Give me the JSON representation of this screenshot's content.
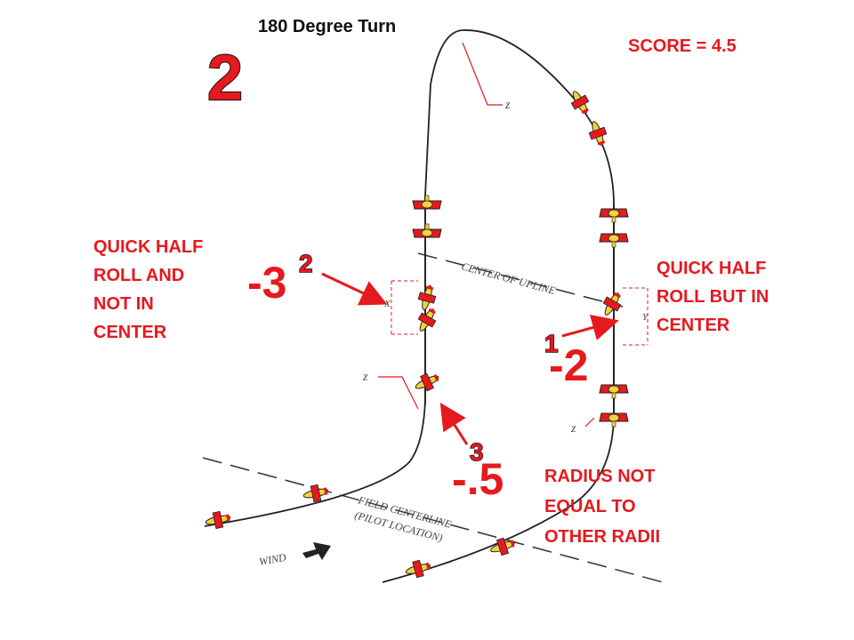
{
  "title": "180 Degree Turn",
  "maneuver_number": "2",
  "score": "SCORE = 4.5",
  "deductions": [
    {
      "id": "a",
      "value": "-3",
      "index": "2",
      "note_lines": [
        "QUICK HALF",
        "ROLL AND",
        "NOT IN",
        "CENTER"
      ]
    },
    {
      "id": "b",
      "value": "-2",
      "index": "1",
      "note_lines": [
        "QUICK HALF",
        "ROLL BUT IN",
        "CENTER"
      ]
    },
    {
      "id": "c",
      "value": "-.5",
      "index": "3",
      "note_lines": [
        "RADIUS NOT",
        "EQUAL TO",
        "OTHER RADII"
      ]
    }
  ],
  "diagram_labels": {
    "center_of_upline": "CENTER OF UPLINE",
    "field_centerline": "FIELD CENTERLINE",
    "pilot_location": "(PILOT LOCATION)",
    "wind": "WIND",
    "radius_label": "z",
    "x_label": "X",
    "y_label": "Y"
  },
  "colors": {
    "accent": "#e5191e",
    "plane_body": "#f3d23c",
    "line": "#222222"
  }
}
